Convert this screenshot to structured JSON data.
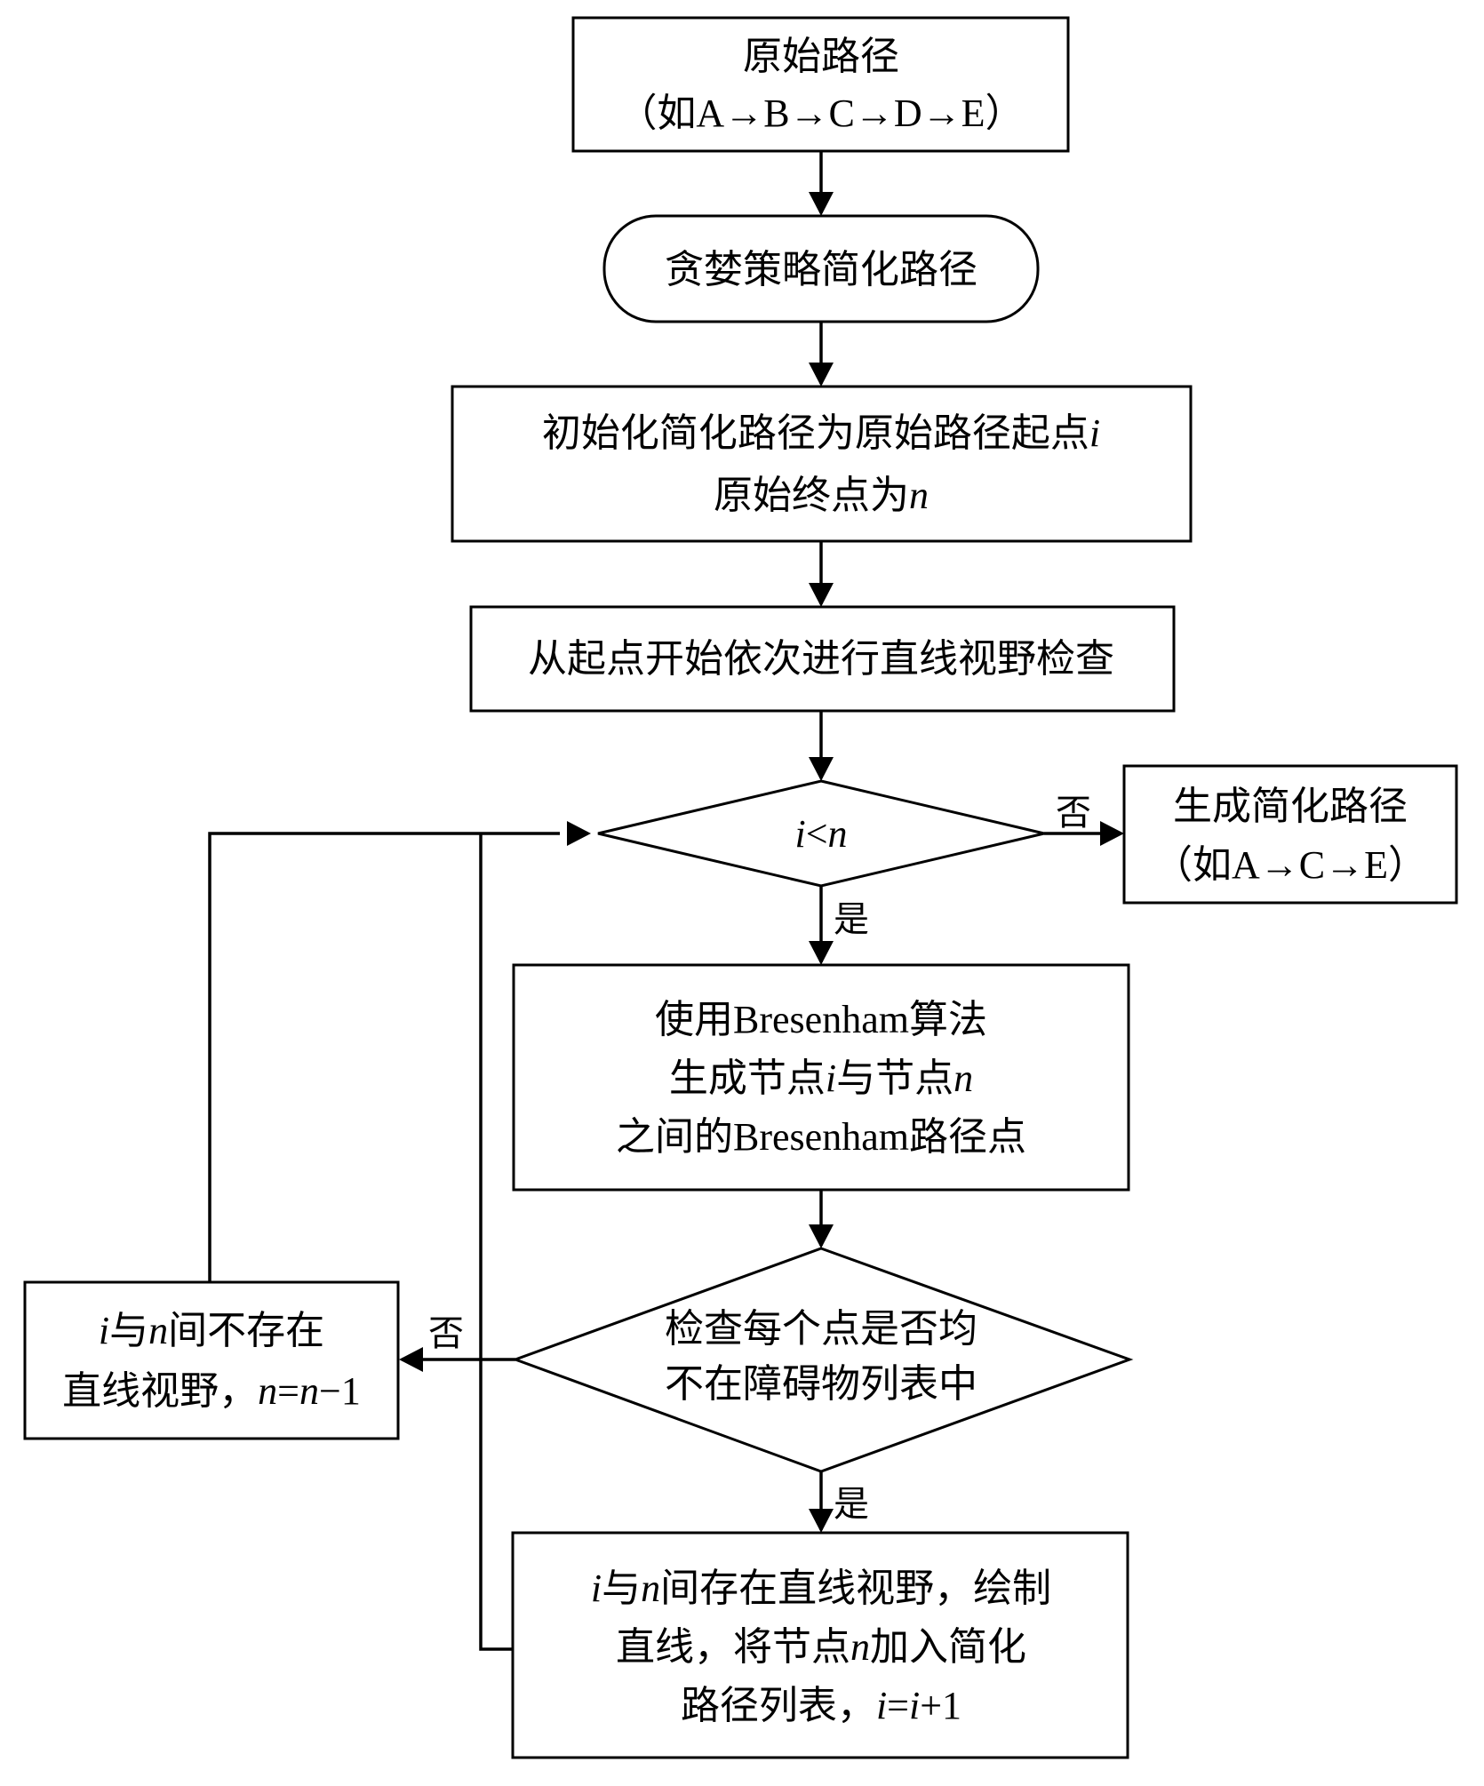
{
  "nodes": {
    "original_path": {
      "line1": "原始路径",
      "line2": "（如A→B→C→D→E）"
    },
    "greedy": {
      "text": "贪婪策略简化路径"
    },
    "init": {
      "line1_prefix": "初始化简化路径为原始路径起点",
      "line1_var": "i",
      "line2_prefix": "原始终点为",
      "line2_var": "n"
    },
    "check_start": {
      "text": "从起点开始依次进行直线视野检查"
    },
    "condition": {
      "var_i": "i",
      "op": "<",
      "var_n": "n"
    },
    "generate": {
      "line1": "生成简化路径",
      "line2": "（如A→C→E）"
    },
    "bresenham": {
      "line1": "使用Bresenham算法",
      "line2_a": "生成节点",
      "line2_i": "i",
      "line2_b": "与节点",
      "line2_n": "n",
      "line3": "之间的Bresenham路径点"
    },
    "check_points": {
      "line1": "检查每个点是否均",
      "line2": "不在障碍物列表中"
    },
    "no_view": {
      "line1_i": "i",
      "line1_a": "与",
      "line1_n": "n",
      "line1_b": "间不存在",
      "line2_a": "直线视野，",
      "line2_n1": "n",
      "line2_eq": "=",
      "line2_n2": "n",
      "line2_minus": "−1"
    },
    "has_view": {
      "line1_i": "i",
      "line1_a": "与",
      "line1_n": "n",
      "line1_b": "间存在直线视野，绘制",
      "line2_a": "直线，将节点",
      "line2_n": "n",
      "line2_b": "加入简化",
      "line3_a": "路径列表，",
      "line3_i1": "i",
      "line3_eq": "=",
      "line3_i2": "i",
      "line3_plus": "+1"
    }
  },
  "edge_labels": {
    "cond_no": "否",
    "cond_yes": "是",
    "check_no": "否",
    "check_yes": "是"
  }
}
